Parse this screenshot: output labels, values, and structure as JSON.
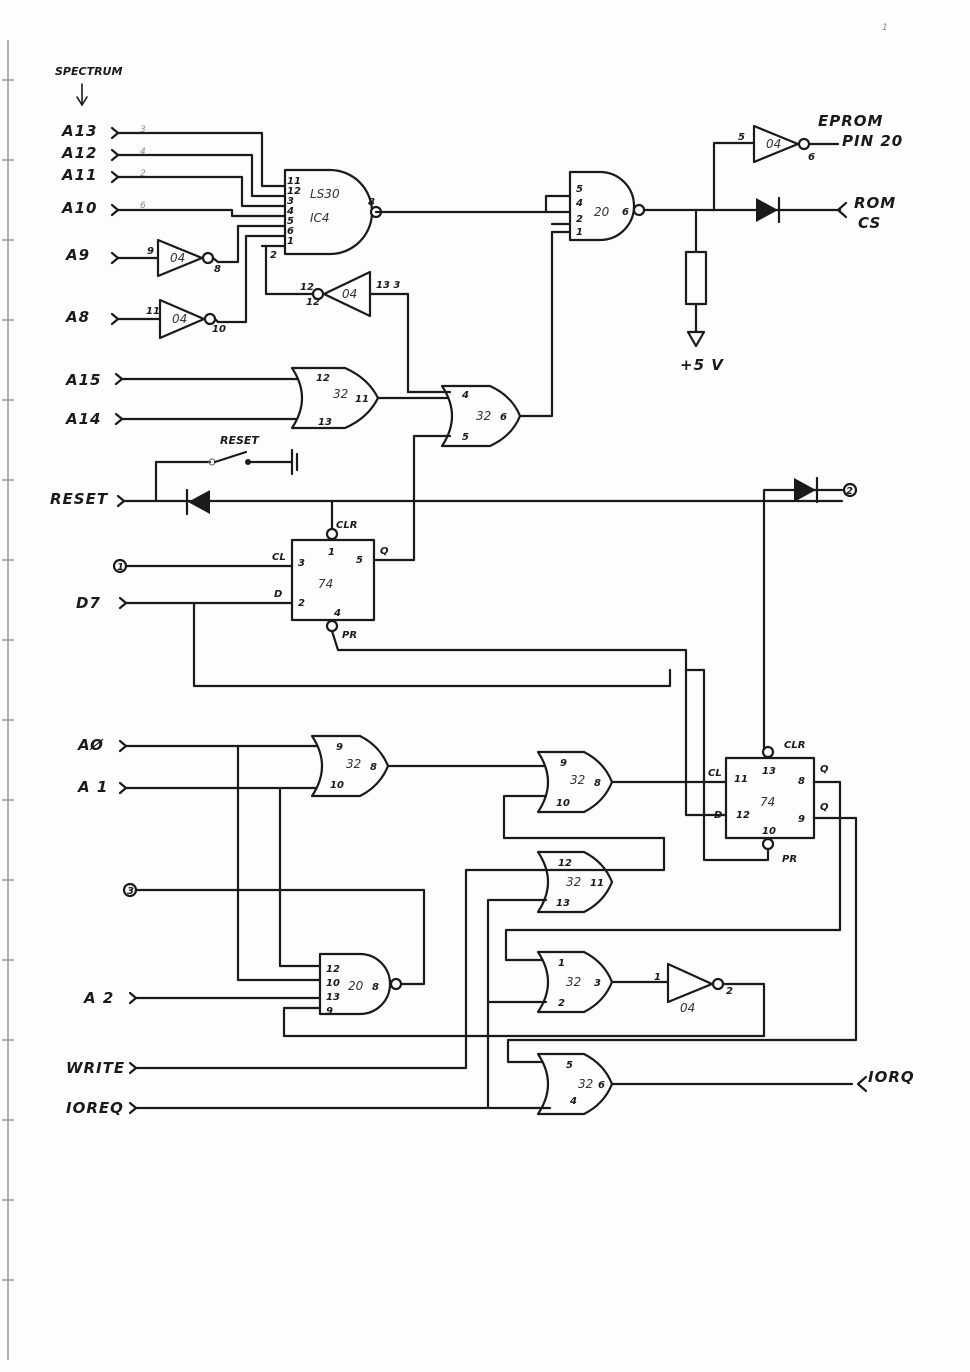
{
  "header": {
    "source_label": "SPECTRUM",
    "page_mark": "1"
  },
  "inputs": {
    "a13": "A13",
    "a12": "A12",
    "a11": "A11",
    "a10": "A10",
    "a9": "A9",
    "a8": "A8",
    "a15": "A15",
    "a14": "A14",
    "reset": "RESET",
    "d7": "D7",
    "a0": "AØ",
    "a1": "A 1",
    "a2": "A 2",
    "write": "WRITE",
    "ioreq": "IOREQ"
  },
  "outputs": {
    "eprom": "EPROM",
    "pin20": "PIN 20",
    "romcs_1": "ROM",
    "romcs_2": "CS",
    "plus5v": "+5 V",
    "ioreq_out": "IORQ"
  },
  "connectors": {
    "c1": "1",
    "c2": "2",
    "c3": "3"
  },
  "switch": {
    "label": "RESET"
  },
  "chips": {
    "nand8_type": "LS30",
    "nand8_ref": "IC4",
    "inv": "04",
    "or": "32",
    "nand4_top": "20",
    "nand4_mid": "20",
    "ff": "74"
  },
  "pins": {
    "nand8_in": [
      "11",
      "12",
      "3",
      "4",
      "5",
      "6",
      "1",
      "2"
    ],
    "nand8_out": "8",
    "inv_a9": [
      "9",
      "8"
    ],
    "inv_a8": [
      "11",
      "10"
    ],
    "inv_top": [
      "12",
      "13 3"
    ],
    "inv_eprom": [
      "5",
      "6"
    ],
    "nand4_top_in": [
      "5",
      "4",
      "2",
      "1"
    ],
    "nand4_top_out": "6",
    "or_a15": [
      "12",
      "13",
      "11"
    ],
    "or_mid": [
      "4",
      "5",
      "6"
    ],
    "ff1": {
      "clr": "1",
      "cl": "3",
      "d": "2",
      "q": "5",
      "pr": "4"
    },
    "ff1_labels": {
      "clr": "CLR",
      "cl": "CL",
      "d": "D",
      "q": "Q",
      "pr": "PR"
    },
    "or_a01": [
      "9",
      "10",
      "8"
    ],
    "or_b": [
      "9",
      "10",
      "8"
    ],
    "ff2": {
      "clr": "13",
      "cl": "11",
      "d": "12",
      "q": "8",
      "qn": "9",
      "pr": "10"
    },
    "ff2_labels": {
      "clr": "CLR",
      "cl": "CL",
      "d": "D",
      "q": "Q",
      "qn": "Q",
      "pr": "PR"
    },
    "or_c": [
      "12",
      "13",
      "11"
    ],
    "nand4_bot_in": [
      "12",
      "10",
      "13",
      "9"
    ],
    "nand4_bot_out": "8",
    "or_d": [
      "1",
      "2",
      "3"
    ],
    "inv_bot": [
      "1",
      "2"
    ],
    "or_e": [
      "5",
      "4",
      "6"
    ],
    "a_side_marks": [
      "3",
      "4",
      "2",
      "6"
    ]
  }
}
